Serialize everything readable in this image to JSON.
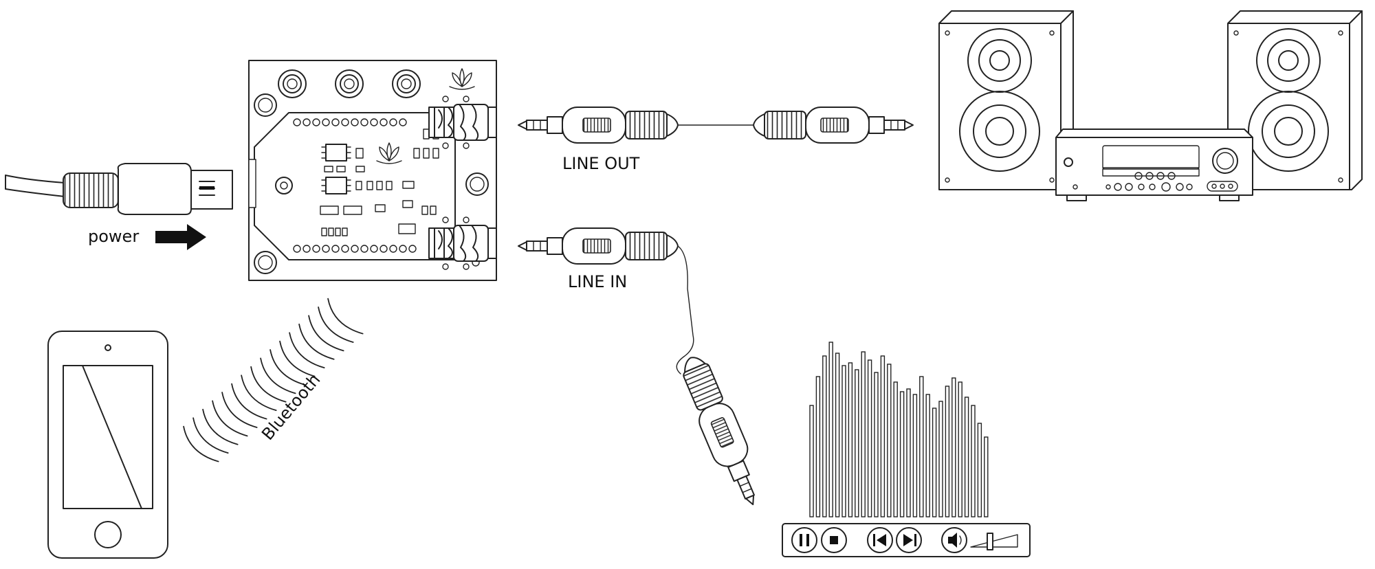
{
  "labels": {
    "power": "power",
    "line_out": "LINE OUT",
    "line_in": "LINE IN",
    "bluetooth": "Bluetooth"
  },
  "icons": [
    "usb-cable-icon",
    "power-arrow-icon",
    "audio-board-icon",
    "audio-jack-plug-icon",
    "speaker-icon",
    "amplifier-receiver-icon",
    "smartphone-icon",
    "bluetooth-waves-icon",
    "equalizer-bars-icon",
    "pause-icon",
    "stop-icon",
    "previous-track-icon",
    "next-track-icon",
    "volume-icon"
  ],
  "colors": {
    "line": "#222222",
    "background": "#ffffff"
  }
}
